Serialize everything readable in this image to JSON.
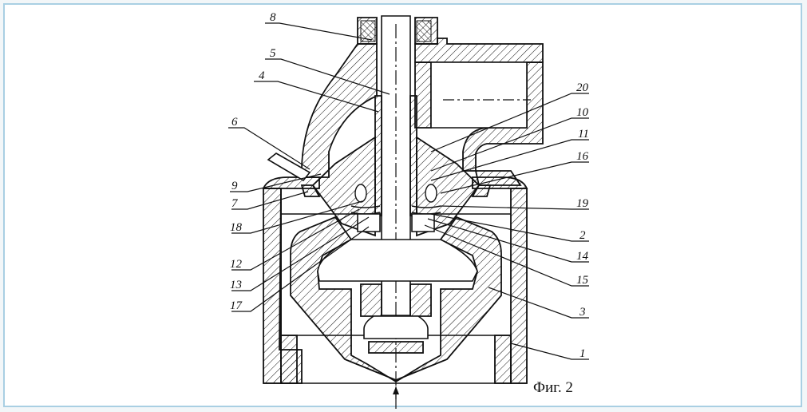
{
  "caption": "Фиг. 2",
  "labels": [
    {
      "id": "8",
      "text": "8"
    },
    {
      "id": "5",
      "text": "5"
    },
    {
      "id": "4",
      "text": "4"
    },
    {
      "id": "6",
      "text": "6"
    },
    {
      "id": "9",
      "text": "9"
    },
    {
      "id": "7",
      "text": "7"
    },
    {
      "id": "18",
      "text": "18"
    },
    {
      "id": "12",
      "text": "12"
    },
    {
      "id": "13",
      "text": "13"
    },
    {
      "id": "17",
      "text": "17"
    },
    {
      "id": "20",
      "text": "20"
    },
    {
      "id": "10",
      "text": "10"
    },
    {
      "id": "11",
      "text": "11"
    },
    {
      "id": "16",
      "text": "16"
    },
    {
      "id": "19",
      "text": "19"
    },
    {
      "id": "2",
      "text": "2"
    },
    {
      "id": "14",
      "text": "14"
    },
    {
      "id": "15",
      "text": "15"
    },
    {
      "id": "3",
      "text": "3"
    },
    {
      "id": "1",
      "text": "1"
    }
  ]
}
